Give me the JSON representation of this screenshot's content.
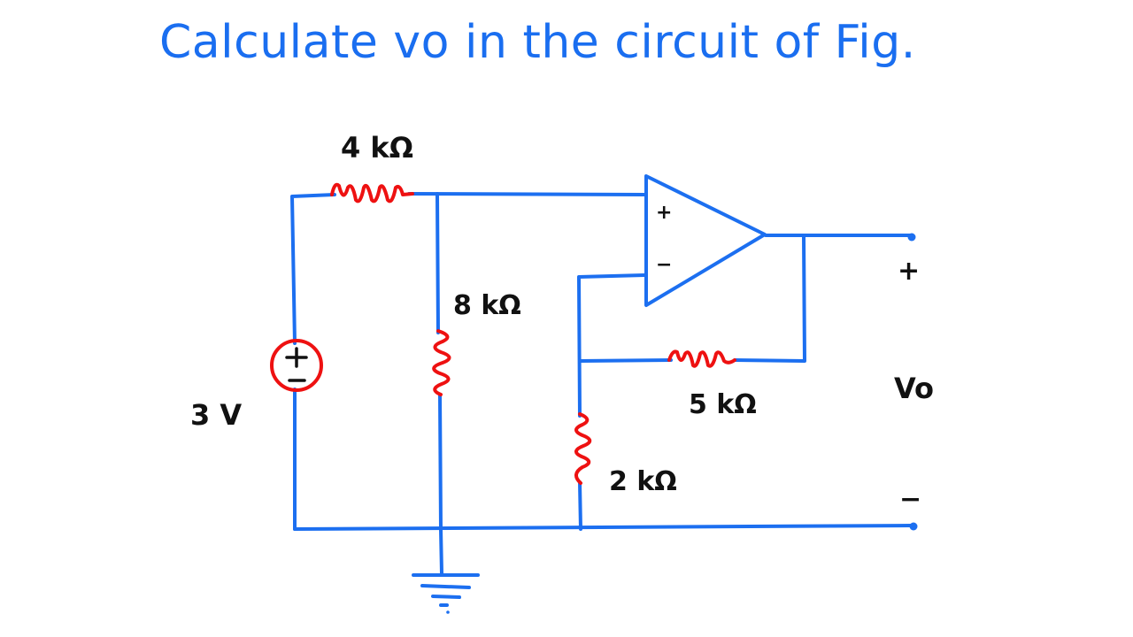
{
  "title": "Calculate vo in the circuit of Fig.",
  "colors": {
    "wire": "#1c6ff0",
    "resistor": "#ee1111",
    "source": "#ee1111",
    "label": "#111111",
    "title": "#1a6ef0"
  },
  "components": {
    "source": {
      "label": "3 V",
      "plus": "+",
      "minus": "−"
    },
    "r1": {
      "label": "4 kΩ"
    },
    "r2": {
      "label": "8 kΩ"
    },
    "r3": {
      "label": "5 kΩ"
    },
    "r4": {
      "label": "2 kΩ"
    },
    "opamp": {
      "plus": "+",
      "minus": "−"
    },
    "output": {
      "plus": "+",
      "name": "Vo",
      "minus": "−"
    }
  }
}
